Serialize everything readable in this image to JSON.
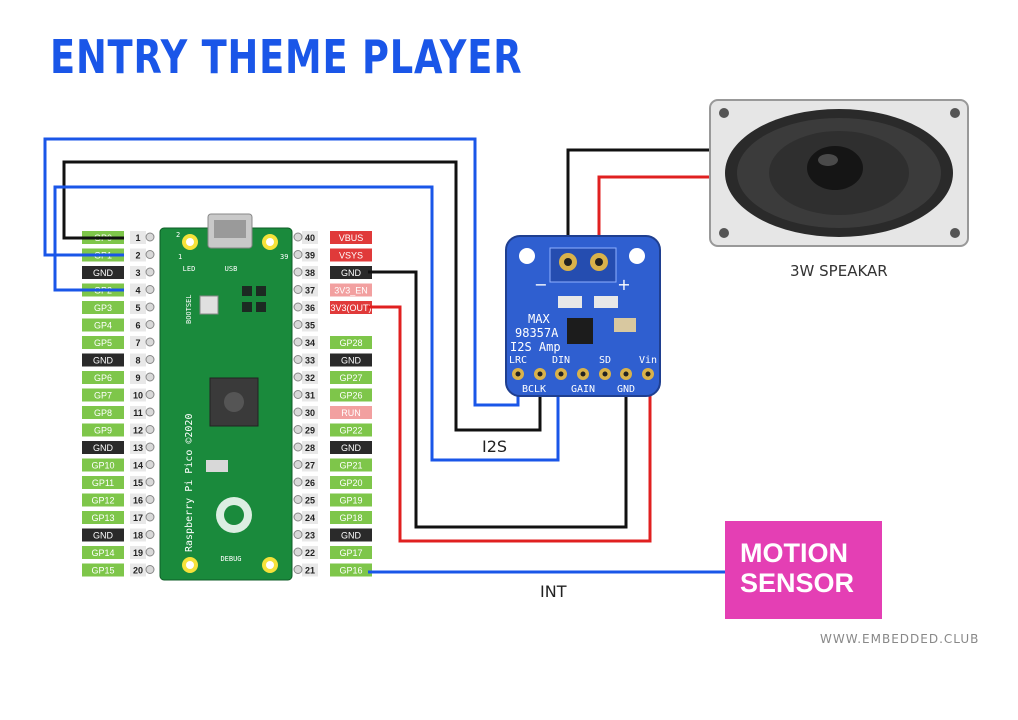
{
  "title": "ENTRY THEME PLAYER",
  "pico": {
    "left_pins": [
      {
        "num": "1",
        "label": "GP0",
        "color": "#7ec64a"
      },
      {
        "num": "2",
        "label": "GP1",
        "color": "#7ec64a"
      },
      {
        "num": "3",
        "label": "GND",
        "color": "#2a2a2a"
      },
      {
        "num": "4",
        "label": "GP2",
        "color": "#7ec64a"
      },
      {
        "num": "5",
        "label": "GP3",
        "color": "#7ec64a"
      },
      {
        "num": "6",
        "label": "GP4",
        "color": "#7ec64a"
      },
      {
        "num": "7",
        "label": "GP5",
        "color": "#7ec64a"
      },
      {
        "num": "8",
        "label": "GND",
        "color": "#2a2a2a"
      },
      {
        "num": "9",
        "label": "GP6",
        "color": "#7ec64a"
      },
      {
        "num": "10",
        "label": "GP7",
        "color": "#7ec64a"
      },
      {
        "num": "11",
        "label": "GP8",
        "color": "#7ec64a"
      },
      {
        "num": "12",
        "label": "GP9",
        "color": "#7ec64a"
      },
      {
        "num": "13",
        "label": "GND",
        "color": "#2a2a2a"
      },
      {
        "num": "14",
        "label": "GP10",
        "color": "#7ec64a"
      },
      {
        "num": "15",
        "label": "GP11",
        "color": "#7ec64a"
      },
      {
        "num": "16",
        "label": "GP12",
        "color": "#7ec64a"
      },
      {
        "num": "17",
        "label": "GP13",
        "color": "#7ec64a"
      },
      {
        "num": "18",
        "label": "GND",
        "color": "#2a2a2a"
      },
      {
        "num": "19",
        "label": "GP14",
        "color": "#7ec64a"
      },
      {
        "num": "20",
        "label": "GP15",
        "color": "#7ec64a"
      }
    ],
    "right_pins": [
      {
        "num": "40",
        "label": "VBUS",
        "color": "#e03a3a"
      },
      {
        "num": "39",
        "label": "VSYS",
        "color": "#e03a3a"
      },
      {
        "num": "38",
        "label": "GND",
        "color": "#2a2a2a"
      },
      {
        "num": "37",
        "label": "3V3_EN",
        "color": "#f2a0a0"
      },
      {
        "num": "36",
        "label": "3V3(OUT)",
        "color": "#e03a3a"
      },
      {
        "num": "35",
        "label": "",
        "color": ""
      },
      {
        "num": "34",
        "label": "GP28",
        "color": "#7ec64a"
      },
      {
        "num": "33",
        "label": "GND",
        "color": "#2a2a2a"
      },
      {
        "num": "32",
        "label": "GP27",
        "color": "#7ec64a"
      },
      {
        "num": "31",
        "label": "GP26",
        "color": "#7ec64a"
      },
      {
        "num": "30",
        "label": "RUN",
        "color": "#f2a0a0"
      },
      {
        "num": "29",
        "label": "GP22",
        "color": "#7ec64a"
      },
      {
        "num": "28",
        "label": "GND",
        "color": "#2a2a2a"
      },
      {
        "num": "27",
        "label": "GP21",
        "color": "#7ec64a"
      },
      {
        "num": "26",
        "label": "GP20",
        "color": "#7ec64a"
      },
      {
        "num": "25",
        "label": "GP19",
        "color": "#7ec64a"
      },
      {
        "num": "24",
        "label": "GP18",
        "color": "#7ec64a"
      },
      {
        "num": "23",
        "label": "GND",
        "color": "#2a2a2a"
      },
      {
        "num": "22",
        "label": "GP17",
        "color": "#7ec64a"
      },
      {
        "num": "21",
        "label": "GP16",
        "color": "#7ec64a"
      }
    ],
    "board_text": {
      "usb": "USB",
      "led": "LED",
      "bootsel": "BOOTSEL",
      "debug": "DEBUG",
      "vertical": "Raspberry Pi Pico ©2020",
      "pad1": "1",
      "pad2": "2",
      "pad39": "39"
    }
  },
  "amp": {
    "lines": [
      "MAX",
      "98357A",
      "I2S Amp"
    ],
    "pins_top": [
      "LRC",
      "DIN",
      "SD",
      "Vin"
    ],
    "pins_bottom": [
      "BCLK",
      "GAIN",
      "GND"
    ],
    "minus": "−",
    "plus": "+"
  },
  "wire_labels": {
    "i2s": "I2S",
    "int": "INT"
  },
  "speaker_label": "3W SPEAKAR",
  "motion_sensor": "MOTION\nSENSOR",
  "website": "WWW.EMBEDDED.CLUB",
  "colors": {
    "title": "#1a56e8",
    "blue_wire": "#1a56e8",
    "red_wire": "#e02020",
    "black_wire": "#111111",
    "board": "#1a8a3c",
    "amp": "#2f5fd0",
    "motion": "#e43fb4"
  }
}
